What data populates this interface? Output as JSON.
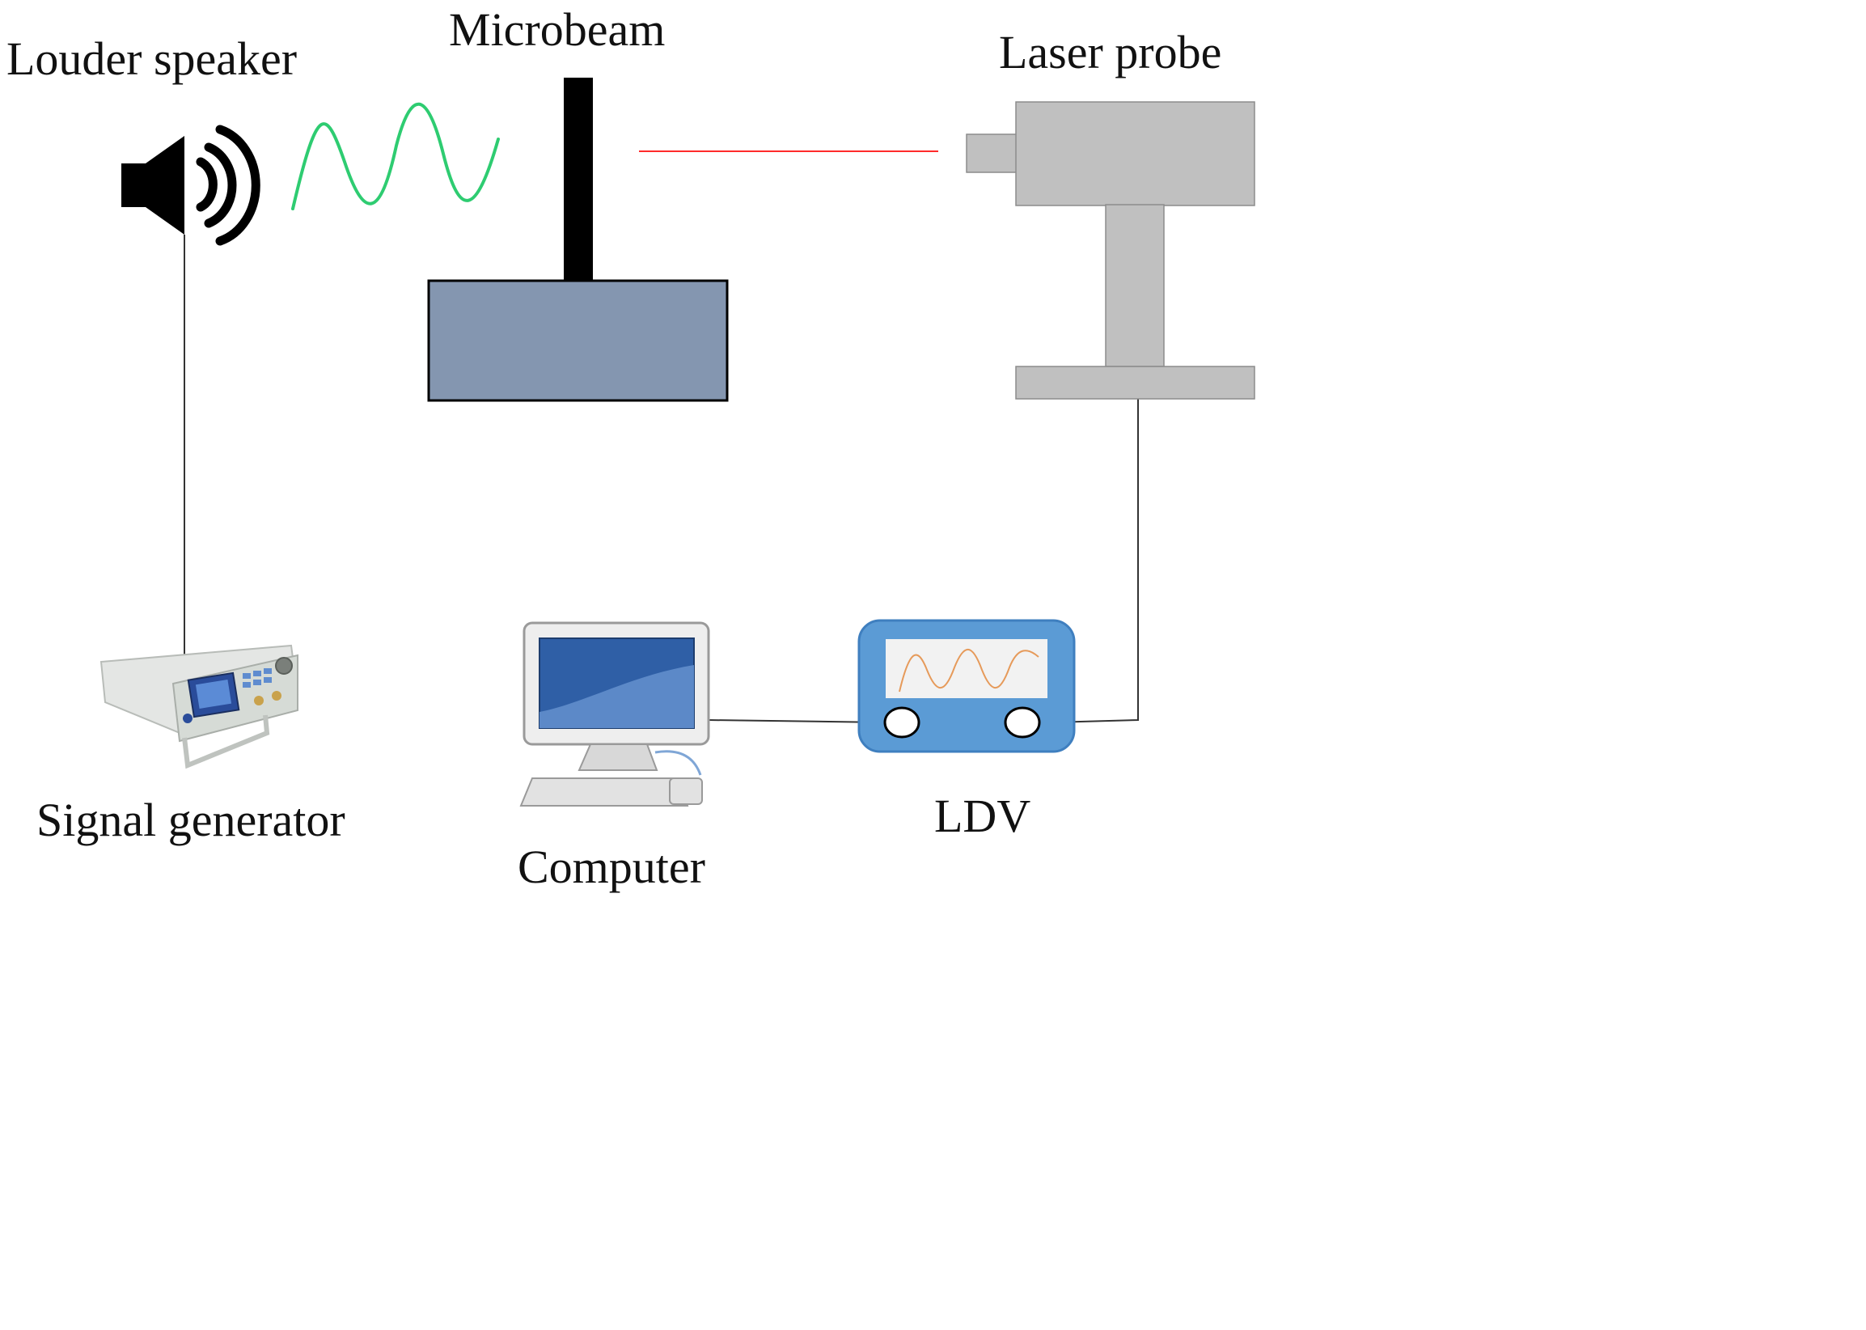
{
  "labels": {
    "speaker": "Louder speaker",
    "microbeam": "Microbeam",
    "laser_probe": "Laser probe",
    "signal_generator": "Signal generator",
    "computer": "Computer",
    "ldv": "LDV"
  },
  "colors": {
    "acoustic_wave": "#2ecc71",
    "laser_beam": "#ff2a2a",
    "ldv_trace": "#e69a5a",
    "ldv_body": "#5b9bd5",
    "microbeam_base": "#8496b0",
    "probe_body": "#c0c0c0",
    "wire": "#333333"
  },
  "icons": {
    "speaker": "speaker-icon",
    "computer": "computer-icon",
    "signal_generator": "signal-generator-icon"
  }
}
